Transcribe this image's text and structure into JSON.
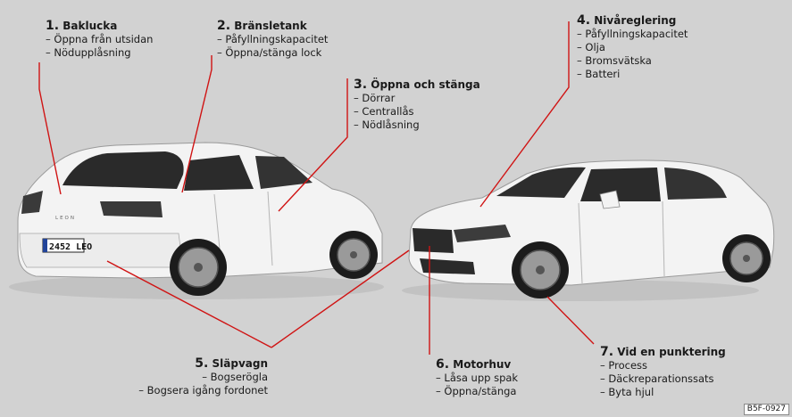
{
  "callouts": [
    {
      "num": "1.",
      "title": "Baklucka",
      "items": [
        "– Öppna från utsidan",
        "– Nödupplåsning"
      ]
    },
    {
      "num": "2.",
      "title": "Bränsletank",
      "items": [
        "– Påfyllningskapacitet",
        "– Öppna/stänga lock"
      ]
    },
    {
      "num": "3.",
      "title": "Öppna och stänga",
      "items": [
        "– Dörrar",
        "– Centrallås",
        "– Nödlåsning"
      ]
    },
    {
      "num": "4.",
      "title": "Nivåreglering",
      "items": [
        "– Påfyllningskapacitet",
        "– Olja",
        "– Bromsvätska",
        "– Batteri"
      ]
    },
    {
      "num": "5.",
      "title": "Släpvagn",
      "items": [
        "– Bogserögla",
        "– Bogsera igång fordonet"
      ]
    },
    {
      "num": "6.",
      "title": "Motorhuv",
      "items": [
        "– Låsa upp spak",
        "– Öppna/stänga"
      ]
    },
    {
      "num": "7.",
      "title": "Vid en punktering",
      "items": [
        "– Process",
        "– Däckreparationssats",
        "– Byta hjul"
      ]
    }
  ],
  "rear_plate": "2452 LEO",
  "rear_badge": "LEON",
  "figure_code": "B5F-0927",
  "colors": {
    "background": "#d2d2d2",
    "leader_line": "#d01414",
    "car_body": "#f3f3f3"
  }
}
